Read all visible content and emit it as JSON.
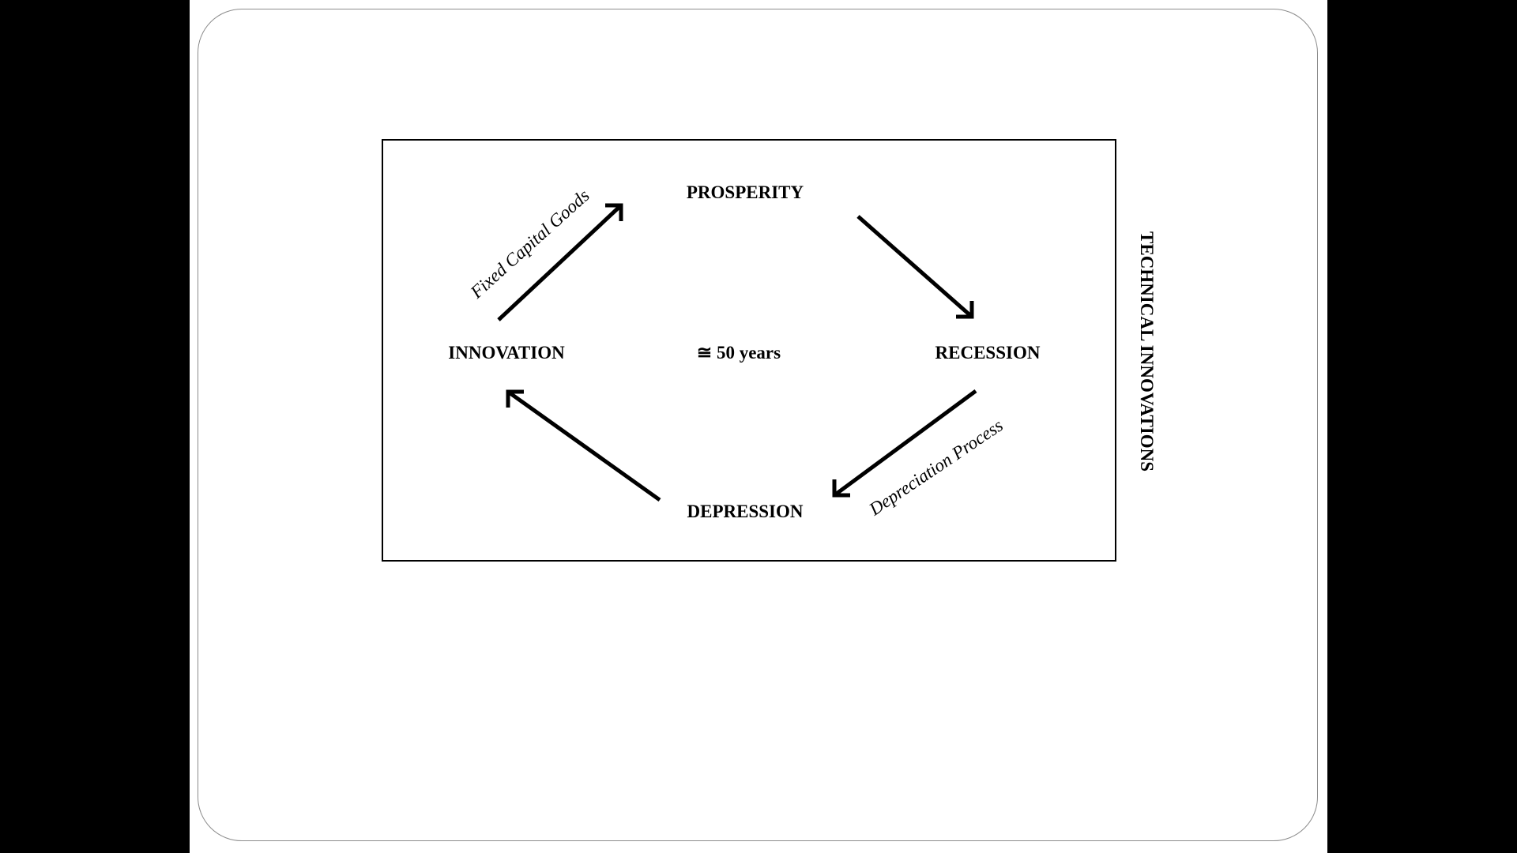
{
  "diagram": {
    "stages": {
      "top": "PROSPERITY",
      "left": "INNOVATION",
      "right": "RECESSION",
      "bottom": "DEPRESSION"
    },
    "center_label": "≅ 50 years",
    "process_labels": {
      "upper_left": "Fixed Capital Goods",
      "lower_right": "Depreciation Process"
    },
    "side_title": "TECHNICAL INNOVATIONS"
  }
}
